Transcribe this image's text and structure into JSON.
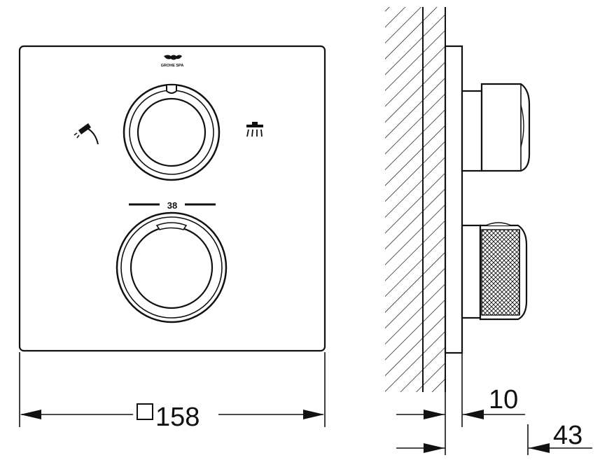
{
  "brand_mark": "GROHE SPA",
  "temperature_mark": "38",
  "icons": {
    "handshower": "hand-shower-icon",
    "overhead_shower": "overhead-shower-icon",
    "logo": "grohe-spa-logo"
  },
  "dimensions": {
    "plate_size": "158",
    "plate_size_symbol": "square",
    "plate_depth": "10",
    "total_projection": "43"
  },
  "colors": {
    "line": "#111111",
    "background": "#ffffff"
  }
}
